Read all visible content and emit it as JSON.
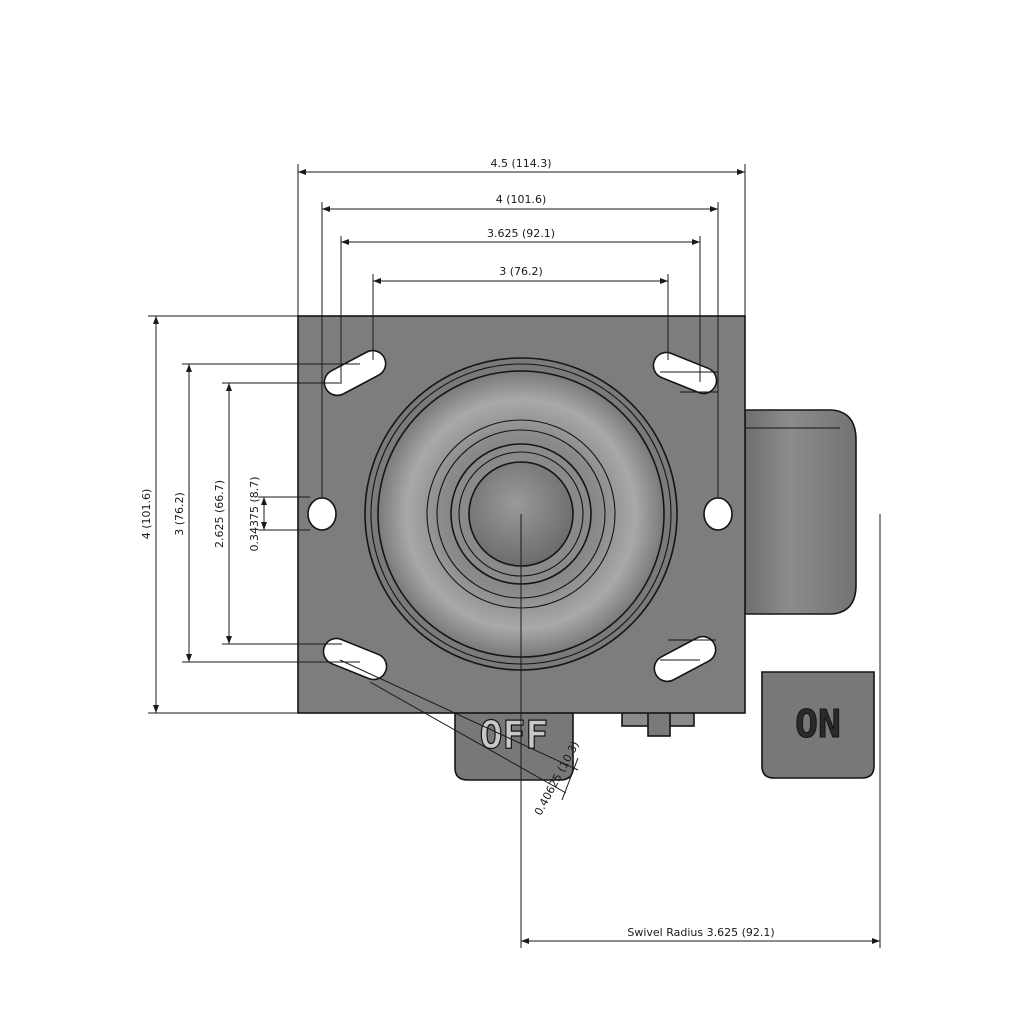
{
  "drawing": {
    "colors": {
      "plate": "#7d7d7d",
      "wheel": "#828282",
      "pedal": "#787878",
      "line": "#151515",
      "hole": "#ffffff"
    },
    "dimensions": {
      "overall_width": "4.5 (114.3)",
      "bolt_width_outer": "4 (101.6)",
      "bolt_width_mid": "3.625 (92.1)",
      "bolt_width_inner": "3 (76.2)",
      "overall_height": "4 (101.6)",
      "bolt_height_outer": "3 (76.2)",
      "bolt_height_inner": "2.625 (66.7)",
      "slot_width": "0.34375 (8.7)",
      "slot_diagonal": "0.40625 (10.3)",
      "swivel_radius": "Swivel Radius 3.625 (92.1)"
    },
    "pedals": {
      "off_label": "OFF",
      "on_label": "ON"
    }
  }
}
